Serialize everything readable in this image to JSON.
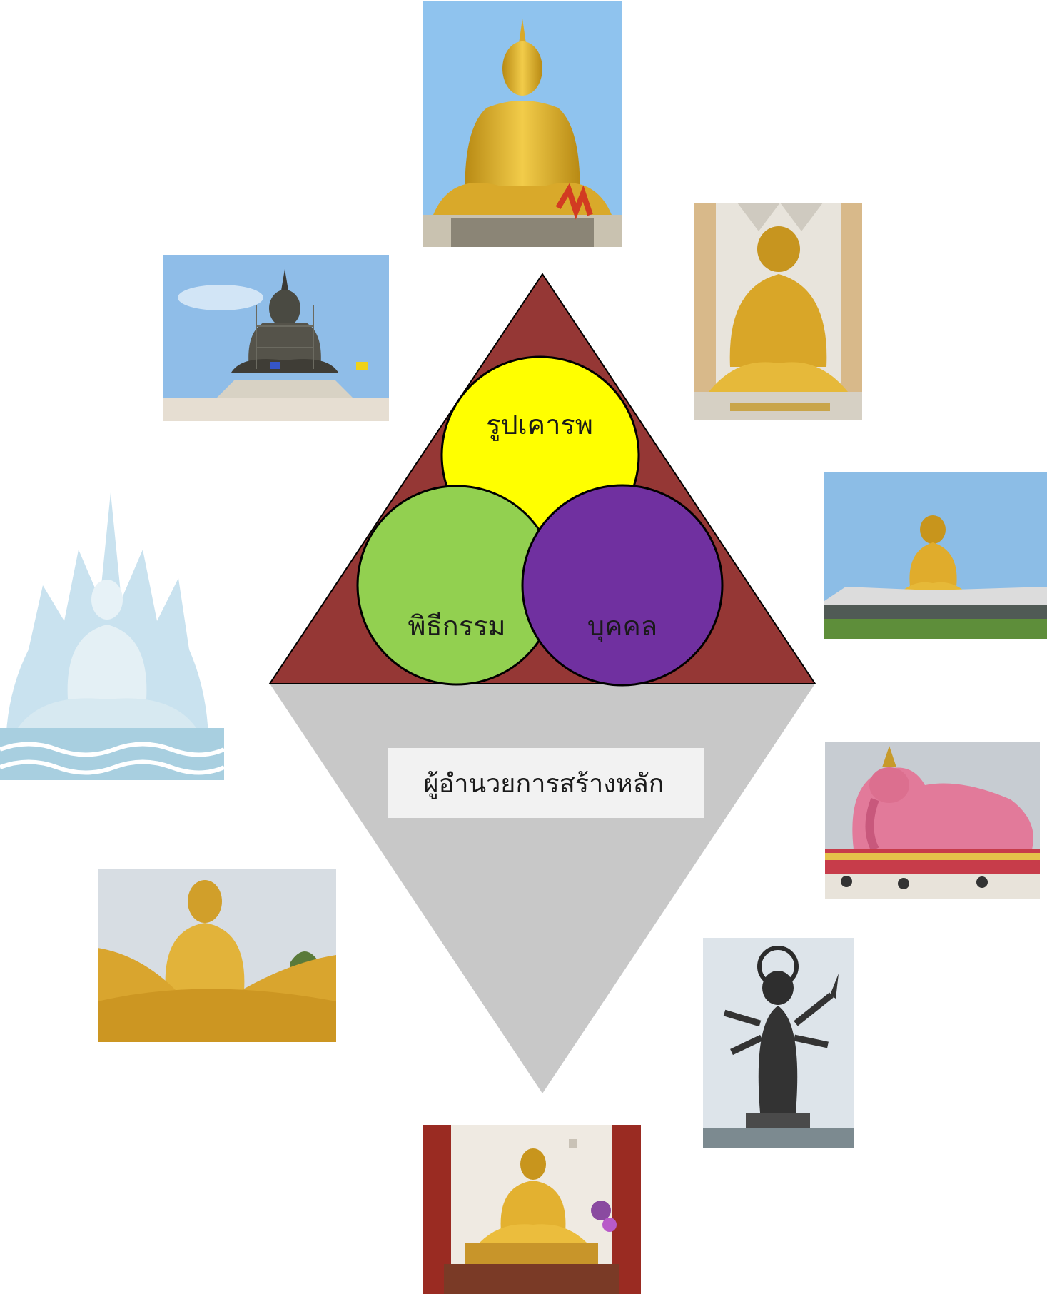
{
  "diagram": {
    "circles": [
      {
        "label": "รูปเคารพ",
        "color": "#ffff00"
      },
      {
        "label": "พิธีกรรม",
        "color": "#92d050"
      },
      {
        "label": "บุคคล",
        "color": "#7030a0"
      }
    ],
    "bottom_label": "ผู้อำนวยการสร้างหลัก",
    "colors": {
      "triangle": "#953735",
      "lower_triangle": "#c8c8c8",
      "label_box": "#f2f2f2",
      "outline": "#000000"
    }
  },
  "photos": [
    {
      "icon": "golden-seated-buddha-icon"
    },
    {
      "icon": "buddha-under-construction-icon"
    },
    {
      "icon": "golden-monk-statue-indoor-icon"
    },
    {
      "icon": "white-naga-buddha-icon"
    },
    {
      "icon": "golden-monk-statue-lake-icon"
    },
    {
      "icon": "pink-reclining-ganesha-icon"
    },
    {
      "icon": "golden-monk-statue-closeup-icon"
    },
    {
      "icon": "dark-standing-ganesha-icon"
    },
    {
      "icon": "golden-monk-shrine-icon"
    }
  ]
}
